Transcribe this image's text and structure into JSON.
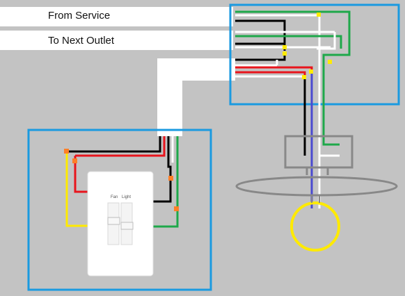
{
  "labels": {
    "from_service": "From Service",
    "to_next_outlet": "To Next Outlet"
  },
  "switch_plate": {
    "left_text": "Fan",
    "right_text": "Light"
  },
  "colors": {
    "background": "#c3c3c3",
    "cable": "#ffffff",
    "box_outline": "#1a9ae0",
    "hot_wire": "#000000",
    "red_wire": "#e8141c",
    "neutral_wire": "#ffffff",
    "ground_wire": "#1ea84a",
    "blue_wire": "#4a4ad0",
    "yellow": "#ffea00",
    "wire_nut": "#ff7f27",
    "fan_body": "#888888"
  }
}
